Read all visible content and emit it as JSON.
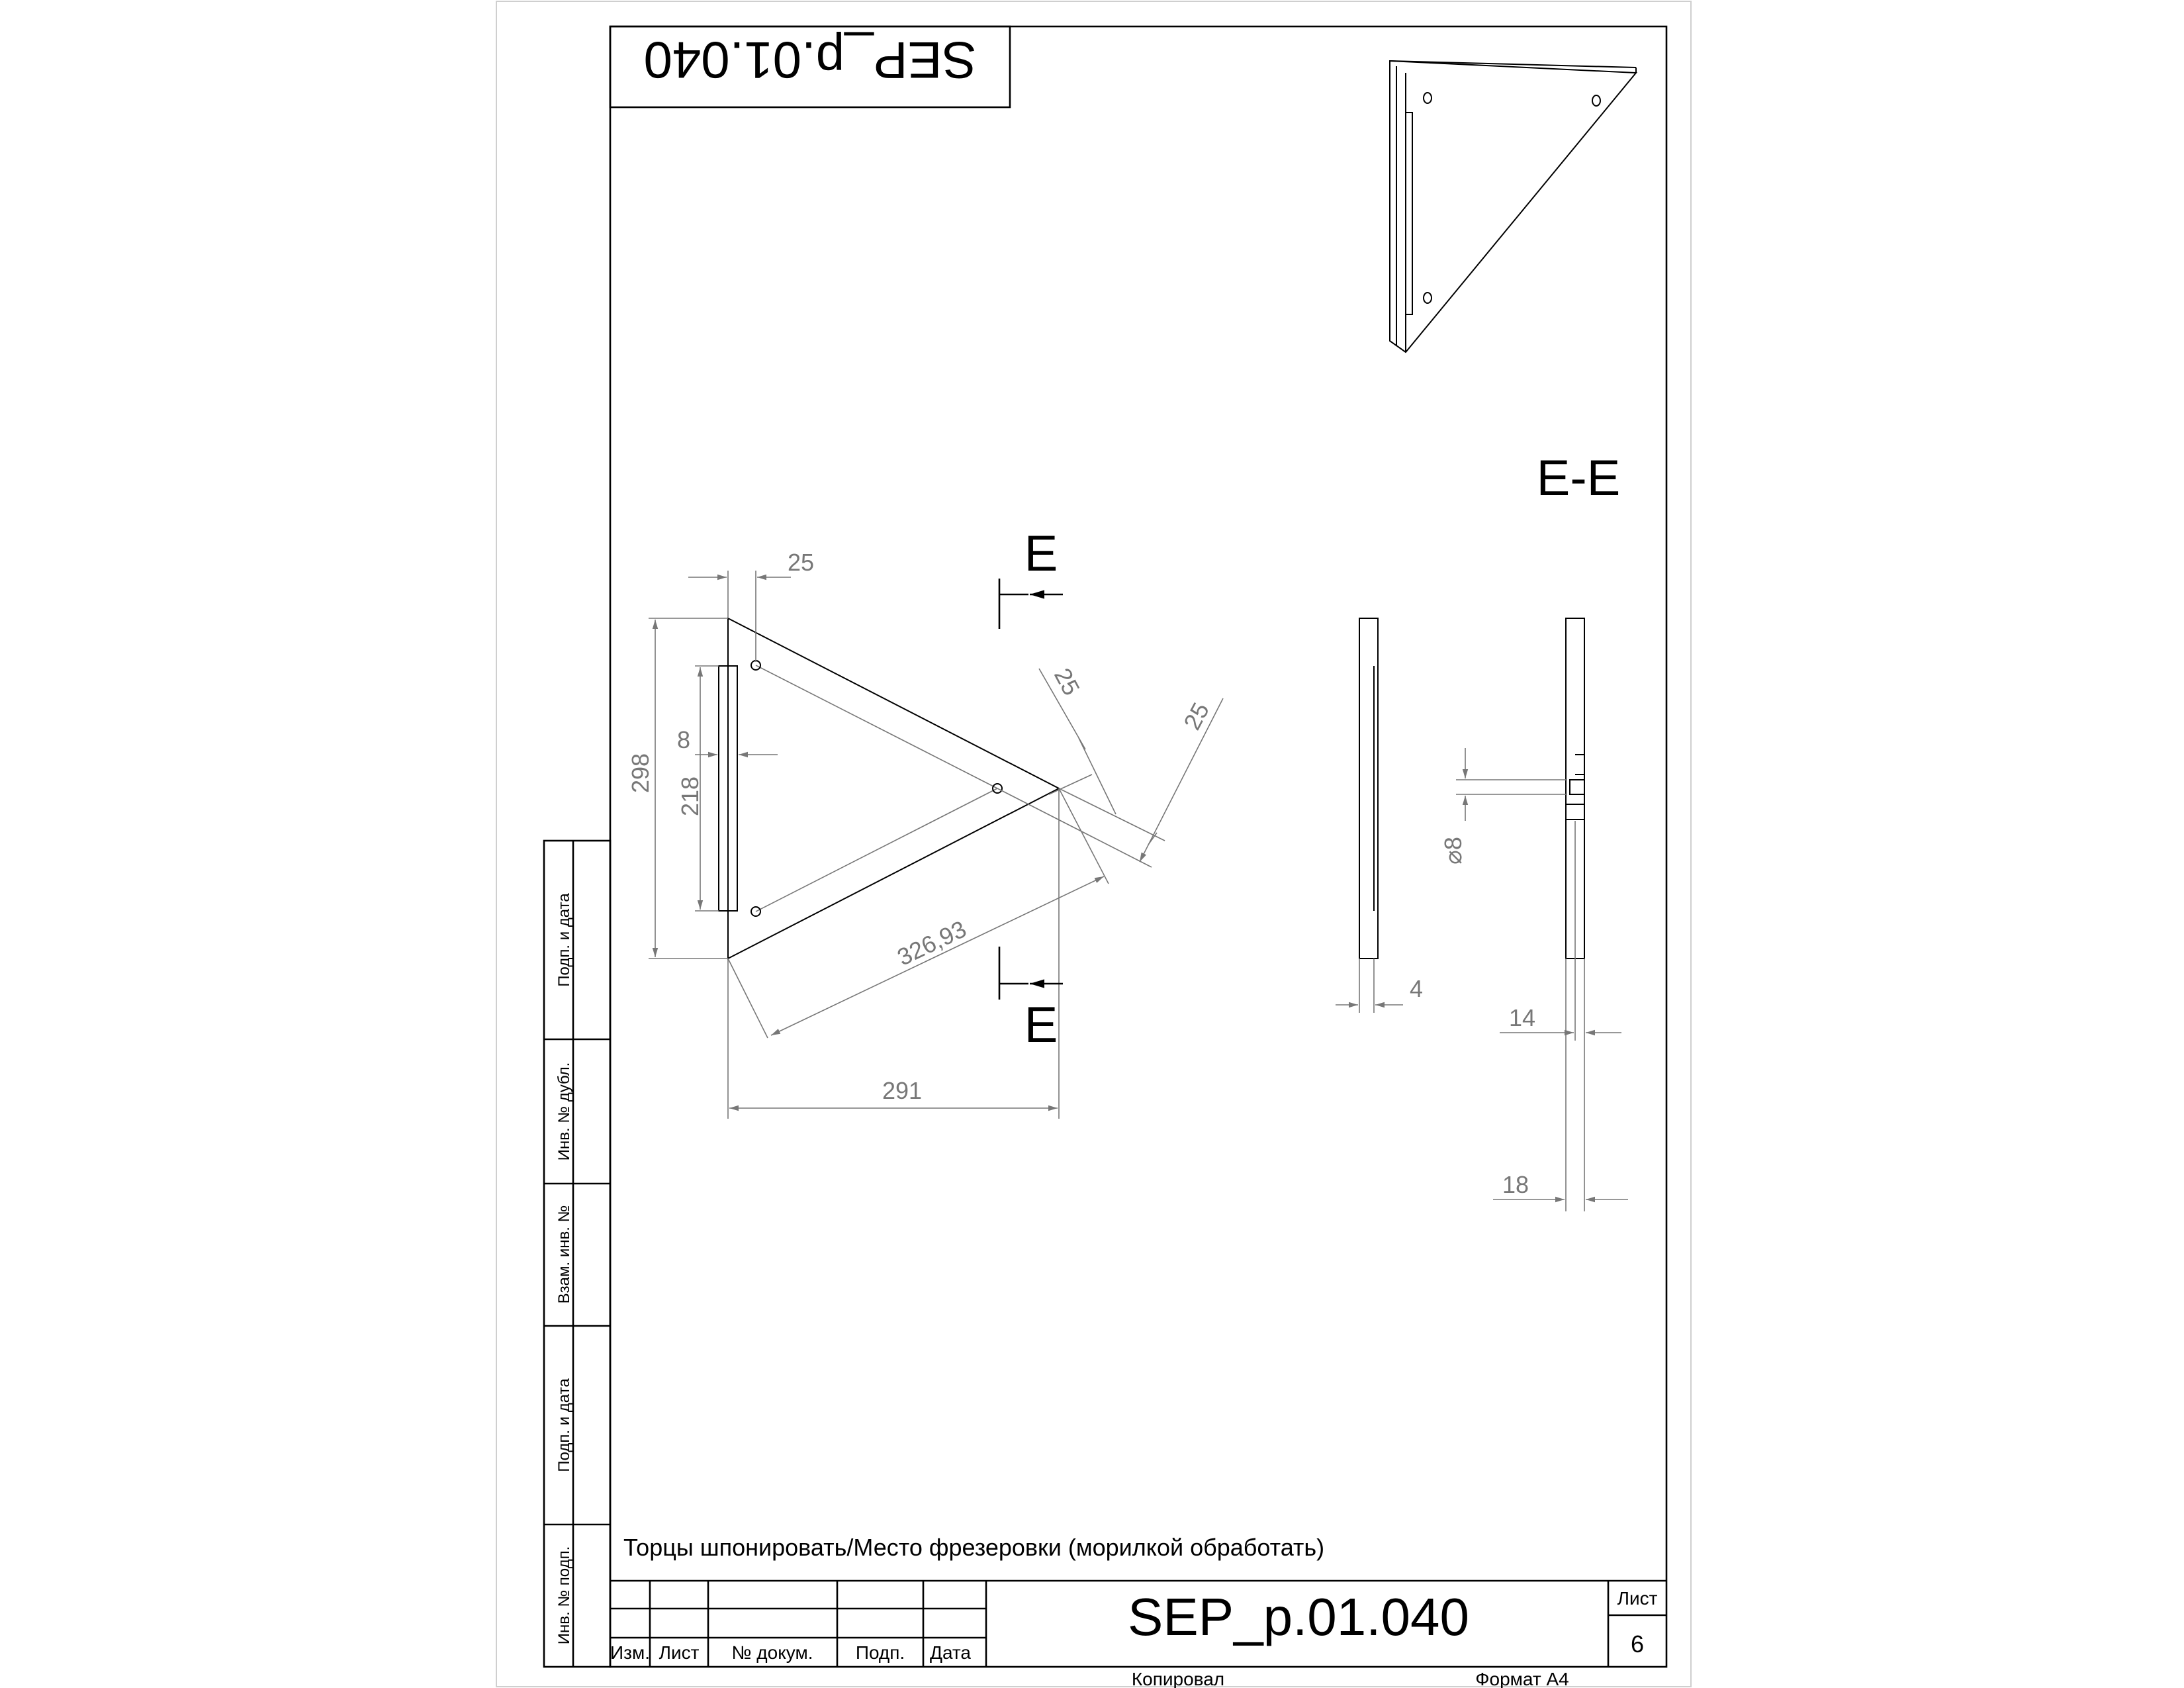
{
  "header_code_mirrored": "SEP_p.01.040",
  "section_label": "E-E",
  "cut_letter_top": "E",
  "cut_letter_bottom": "E",
  "dimensions": {
    "top_offset": "25",
    "height_total": "298",
    "slot_width": "8",
    "slot_length": "218",
    "diag_offset_1": "25",
    "diag_offset_2": "25",
    "hypotenuse": "326,93",
    "base_length": "291",
    "section_slot_depth": "4",
    "hole_diameter": "⌀8",
    "section_14": "14",
    "section_18": "18"
  },
  "note": "Торцы  шпонировать/Место фрезеровки (морилкой обработать)",
  "side_columns": [
    "Подп. и дата",
    "Инв. № дубл.",
    "Взам. инв. №",
    "Подп. и дата",
    "Инв. № подп."
  ],
  "title_block": {
    "designation": "SEP_p.01.040",
    "sheet_label": "Лист",
    "sheet_number": "6",
    "cols": {
      "izm": "Изм.",
      "list": "Лист",
      "doc": "№ докум.",
      "sign": "Подп.",
      "date": "Дата"
    }
  },
  "footer": {
    "copied": "Копировал",
    "format": "Формат А4"
  }
}
